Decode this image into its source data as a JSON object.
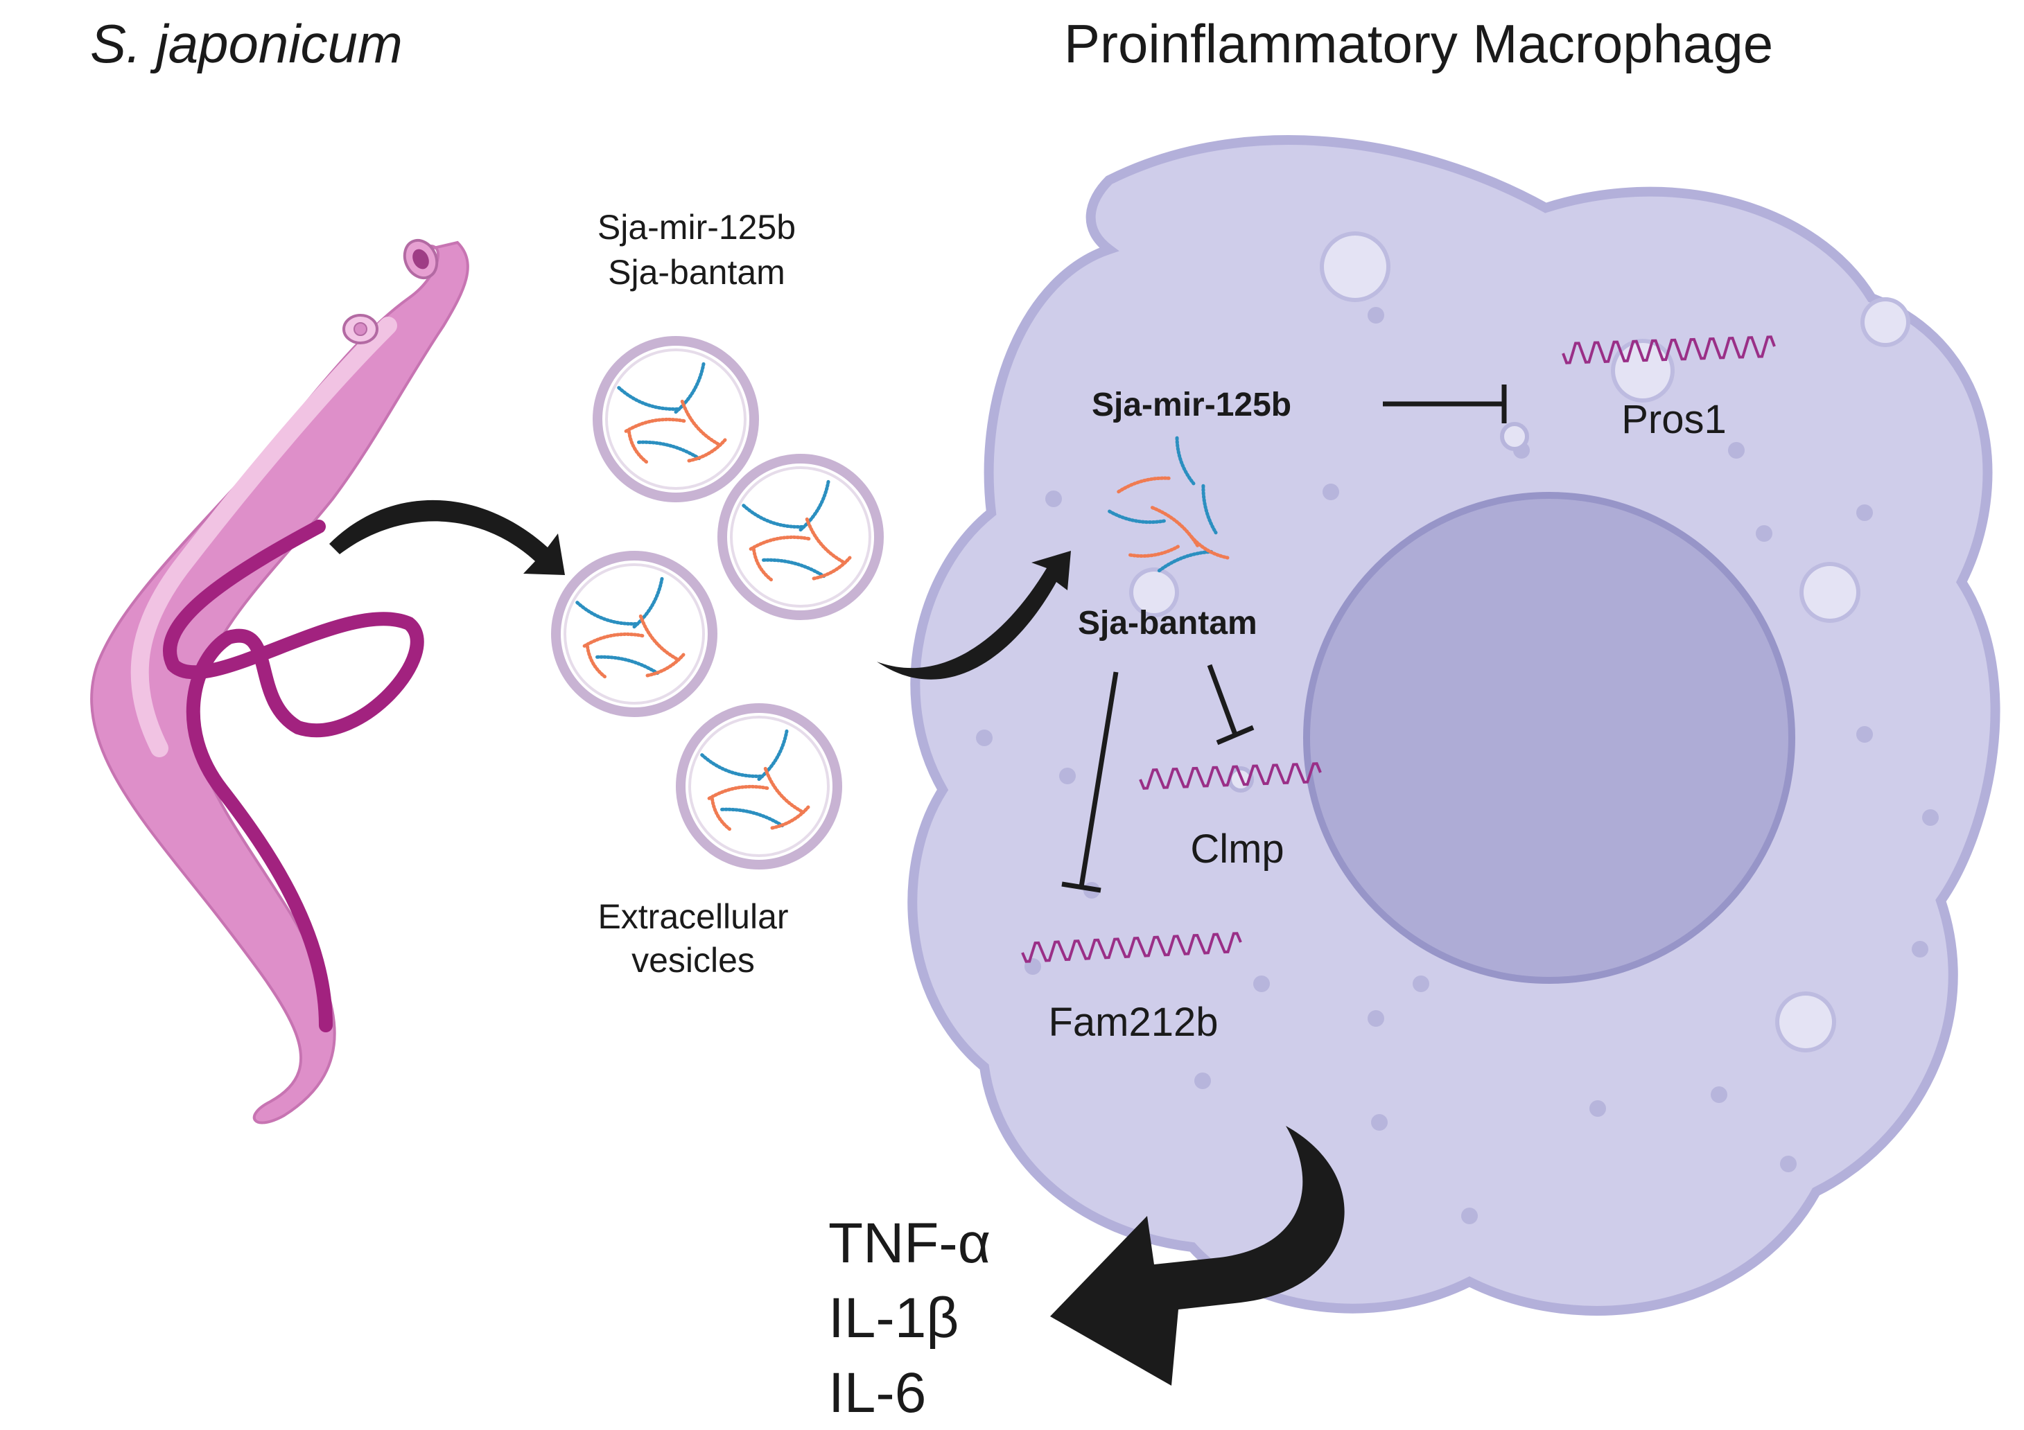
{
  "header": {
    "organism": "S. japonicum",
    "cell": "Proinflammatory Macrophage"
  },
  "vesicles": {
    "cargo_lines": [
      "Sja-mir-125b",
      "Sja-bantam"
    ],
    "caption_lines": [
      "Extracellular",
      "vesicles"
    ]
  },
  "mirnas": {
    "mir125b": "Sja-mir-125b",
    "bantam": "Sja-bantam"
  },
  "targets": {
    "pros1": "Pros1",
    "clmp": "Clmp",
    "fam212b": "Fam212b"
  },
  "cytokines": [
    "TNF-α",
    "IL-1β",
    "IL-6"
  ],
  "colors": {
    "worm_body": "#de8fc9",
    "worm_light": "#eeb6de",
    "worm_gut": "#a2227f",
    "cell_fill": "#cfcdea",
    "cell_edge": "#b3b0da",
    "nucleus": "#aeacd6",
    "nucleus_edge": "#9795c8",
    "mirna_blue": "#2b8fc0",
    "mirna_orange": "#f07b52",
    "mrna": "#9a2f87",
    "vesicle_edge": "#c8b3d3",
    "arrow": "#1b1b1b"
  }
}
